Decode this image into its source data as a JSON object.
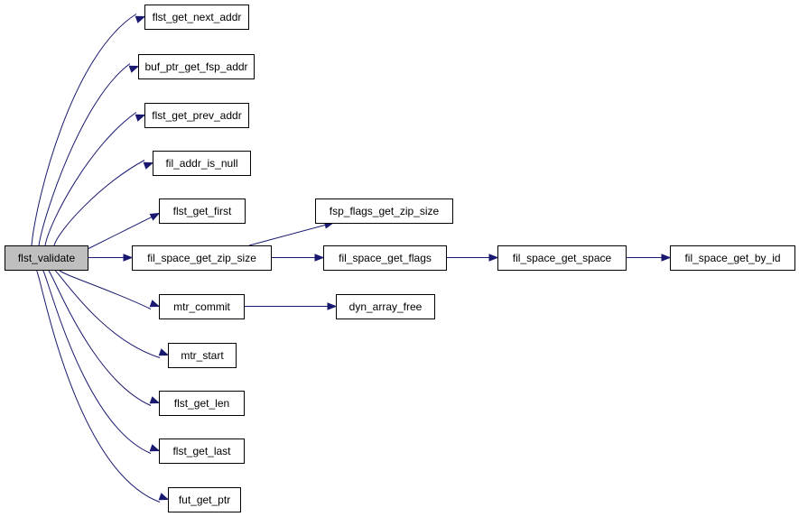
{
  "graph": {
    "root": "flst_validate",
    "colors": {
      "edge": "#191970",
      "root_fill": "#bfbfbf",
      "node_fill": "#ffffff",
      "node_border": "#000000"
    },
    "nodes": [
      "flst_validate",
      "flst_get_next_addr",
      "buf_ptr_get_fsp_addr",
      "flst_get_prev_addr",
      "fil_addr_is_null",
      "flst_get_first",
      "fil_space_get_zip_size",
      "mtr_commit",
      "mtr_start",
      "flst_get_len",
      "flst_get_last",
      "fut_get_ptr",
      "fsp_flags_get_zip_size",
      "fil_space_get_flags",
      "dyn_array_free",
      "fil_space_get_space",
      "fil_space_get_by_id"
    ],
    "edges": [
      [
        "flst_validate",
        "flst_get_next_addr"
      ],
      [
        "flst_validate",
        "buf_ptr_get_fsp_addr"
      ],
      [
        "flst_validate",
        "flst_get_prev_addr"
      ],
      [
        "flst_validate",
        "fil_addr_is_null"
      ],
      [
        "flst_validate",
        "flst_get_first"
      ],
      [
        "flst_validate",
        "fil_space_get_zip_size"
      ],
      [
        "flst_validate",
        "mtr_commit"
      ],
      [
        "flst_validate",
        "mtr_start"
      ],
      [
        "flst_validate",
        "flst_get_len"
      ],
      [
        "flst_validate",
        "flst_get_last"
      ],
      [
        "flst_validate",
        "fut_get_ptr"
      ],
      [
        "fil_space_get_zip_size",
        "fsp_flags_get_zip_size"
      ],
      [
        "fil_space_get_zip_size",
        "fil_space_get_flags"
      ],
      [
        "mtr_commit",
        "dyn_array_free"
      ],
      [
        "fil_space_get_flags",
        "fil_space_get_space"
      ],
      [
        "fil_space_get_space",
        "fil_space_get_by_id"
      ]
    ]
  }
}
